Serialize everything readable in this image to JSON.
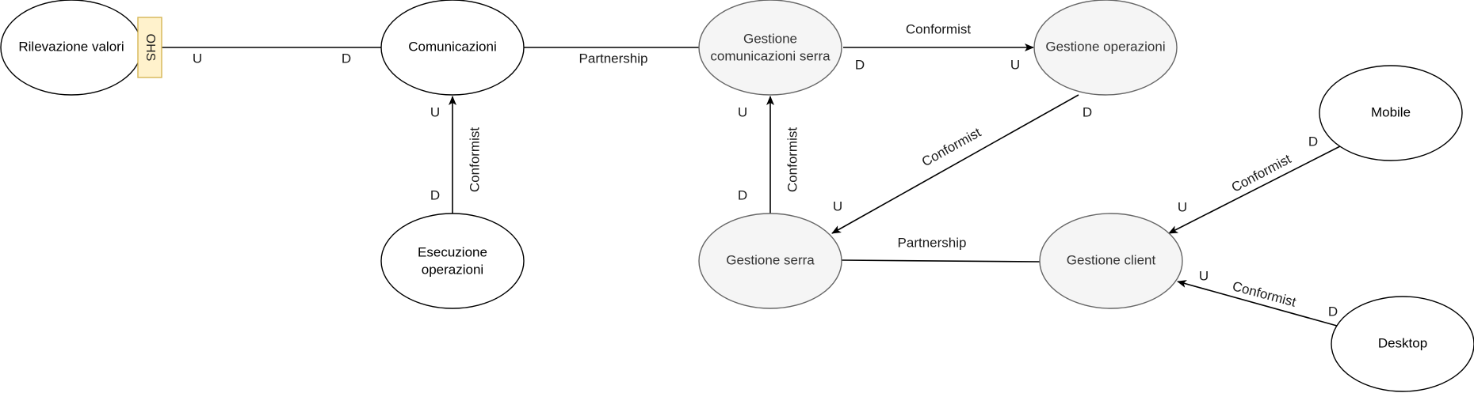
{
  "colors": {
    "external_fill": "#ffffff",
    "external_stroke": "#000000",
    "internal_fill": "#f5f5f5",
    "internal_stroke": "#666666",
    "internal_text": "#333333",
    "ohs_fill": "#fff2cc",
    "ohs_stroke": "#d6b656",
    "edge": "#000000"
  },
  "nodes": {
    "rilevazione": "Rilevazione valori",
    "comunicazioni": "Comunicazioni",
    "esecuzione_1": "Esecuzione",
    "esecuzione_2": "operazioni",
    "gest_com_1": "Gestione",
    "gest_com_2": "comunicazioni serra",
    "gest_operazioni": "Gestione operazioni",
    "gest_serra": "Gestione serra",
    "gest_client": "Gestione client",
    "mobile": "Mobile",
    "desktop": "Desktop"
  },
  "ohs_label": "OHS",
  "relationships": {
    "rilevazione_comunicazioni": {
      "upstream": "U",
      "downstream": "D"
    },
    "comunicazioni_gest_com": {
      "label": "Partnership"
    },
    "esecuzione_comunicazioni": {
      "label": "Conformist",
      "upstream": "U",
      "downstream": "D"
    },
    "gest_com_gest_operazioni": {
      "label": "Conformist",
      "downstream": "D",
      "upstream": "U"
    },
    "gest_serra_gest_com": {
      "label": "Conformist",
      "upstream": "U",
      "downstream": "D"
    },
    "gest_operazioni_gest_serra": {
      "label": "Conformist",
      "downstream": "D",
      "upstream": "U"
    },
    "gest_serra_gest_client": {
      "label": "Partnership"
    },
    "mobile_gest_client": {
      "label": "Conformist",
      "downstream": "D",
      "upstream": "U"
    },
    "desktop_gest_client": {
      "label": "Conformist",
      "downstream": "D",
      "upstream": "U"
    }
  }
}
